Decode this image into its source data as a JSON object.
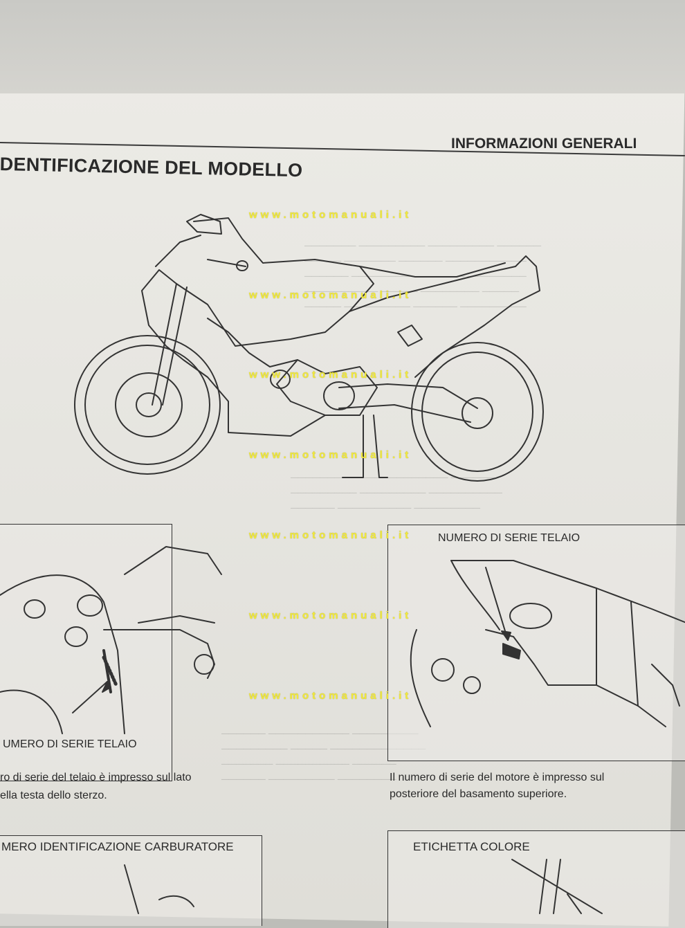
{
  "header": {
    "section_title": "DENTIFICAZIONE DEL MODELLO",
    "chapter": "INFORMAZIONI GENERALI"
  },
  "watermark": {
    "text": "www.motomanuali.it"
  },
  "left_panel": {
    "label": "UMERO DI SERIE TELAIO",
    "description_line1": "ro di serie del telaio è impresso sul lato",
    "description_line2": "ella testa dello sterzo."
  },
  "right_panel": {
    "label": "NUMERO DI SERIE TELAIO",
    "description_line1": "Il numero di serie del motore è impresso sul",
    "description_line2": "posteriore del basamento superiore."
  },
  "bottom_left_panel": {
    "label": "MERO IDENTIFICAZIONE CARBURATORE"
  },
  "bottom_right_panel": {
    "label": "ETICHETTA COLORE"
  }
}
